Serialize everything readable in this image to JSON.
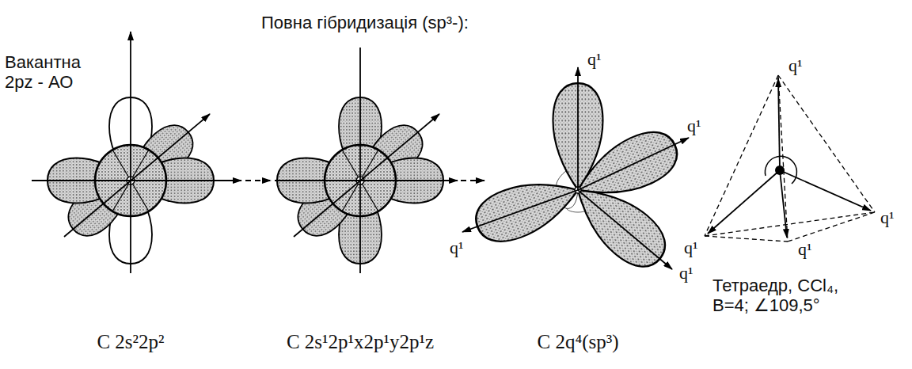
{
  "diagram": {
    "title": "Повна гібридизація (sp³-):",
    "labels": [
      "Вакантна 2pz - АО",
      "C 2s²2p²",
      "C 2s¹2p¹x2p¹y2p¹z",
      "C 2q⁴(sp³)",
      "q¹",
      "q¹",
      "q¹",
      "q¹",
      "q¹",
      "q¹",
      "q¹",
      "q¹",
      "Тетраедр, CCl₄, B=4; ∠109,5°"
    ]
  }
}
